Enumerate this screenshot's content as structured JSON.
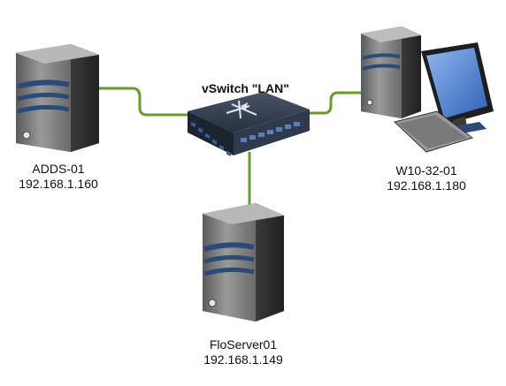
{
  "colors": {
    "link": "#6a9a2a",
    "server_body": "#7a7a7a",
    "server_dark": "#3e3e3e",
    "server_stripe": "#2c4a78",
    "switch_body": "#2f3a4c",
    "switch_port": "#3b5f8e",
    "monitor_screen": "#4a7fd0"
  },
  "switch": {
    "title": "vSwitch \"LAN\"",
    "icon": "network-switch-icon"
  },
  "nodes": [
    {
      "id": "adds",
      "icon": "server-tower-icon",
      "name": "ADDS-01",
      "ip": "192.168.1.160"
    },
    {
      "id": "w10",
      "icon": "desktop-computer-icon",
      "name": "W10-32-01",
      "ip": "192.168.1.180"
    },
    {
      "id": "flo",
      "icon": "server-tower-icon",
      "name": "FloServer01",
      "ip": "192.168.1.149"
    }
  ]
}
